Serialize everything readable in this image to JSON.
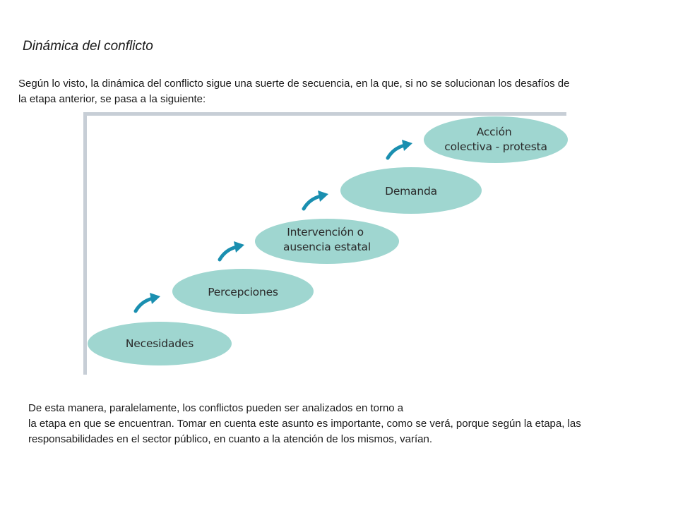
{
  "title": "Dinámica del conflicto",
  "intro": {
    "line1": "Según lo visto, la dinámica del conflicto sigue una suerte de secuencia, en la que, si no se solucionan los desafíos de",
    "line2": "la etapa anterior, se pasa a la siguiente:"
  },
  "diagram": {
    "ellipse_color": "#9fd6d0",
    "arrow_color": "#1a8fb0",
    "axis_color": "#c7ced6",
    "stages": [
      {
        "lines": [
          "Necesidades"
        ]
      },
      {
        "lines": [
          "Percepciones"
        ]
      },
      {
        "lines": [
          "Intervención o",
          "ausencia estatal"
        ]
      },
      {
        "lines": [
          "Demanda"
        ]
      },
      {
        "lines": [
          "Acción",
          "colectiva - protesta"
        ]
      }
    ]
  },
  "outro": {
    "line1": "De esta manera, paralelamente, los conflictos pueden ser analizados en torno a",
    "line2": "la etapa en que se encuentran. Tomar en cuenta este asunto es importante, como se verá, porque según la etapa, las",
    "line3": "responsabilidades en el sector público, en cuanto a la atención de los mismos, varían."
  }
}
